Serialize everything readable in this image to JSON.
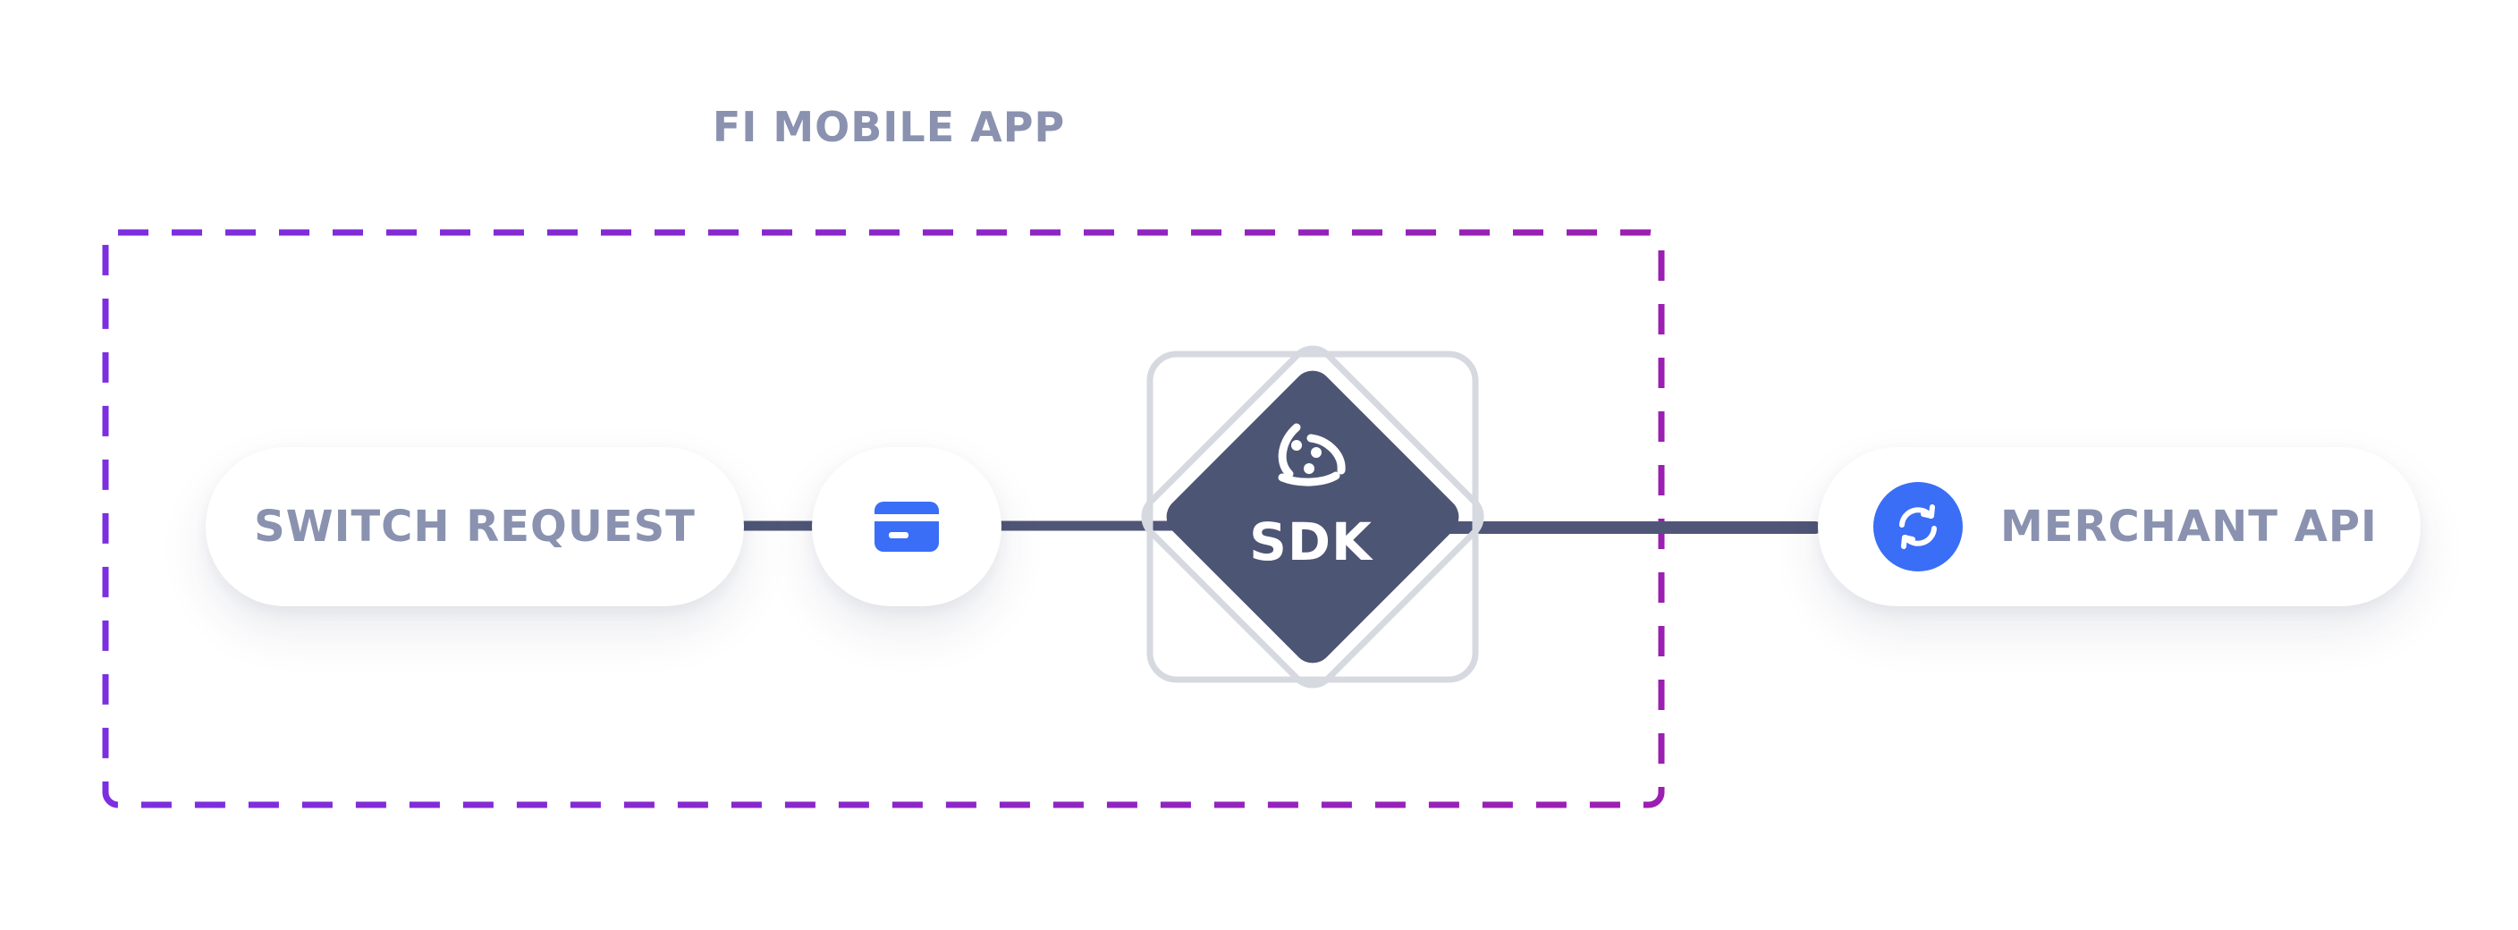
{
  "group": {
    "label": "FI MOBILE APP"
  },
  "nodes": {
    "switch_request": "SWITCH REQUEST",
    "sdk": "SDK",
    "merchant_api": "MERCHANT API"
  },
  "icons": {
    "card": "credit-card-icon",
    "sdk_logo": "sdk-logo-icon",
    "merchant": "sync-icon"
  },
  "colors": {
    "label_text": "#8a92b0",
    "connector": "#4f5677",
    "sdk_fill": "#4d5574",
    "frame_outline": "#d7d9e0",
    "accent_blue": "#3a6ef6",
    "border_gradient_start": "#7b2fe0",
    "border_gradient_end": "#9b1fb0"
  }
}
